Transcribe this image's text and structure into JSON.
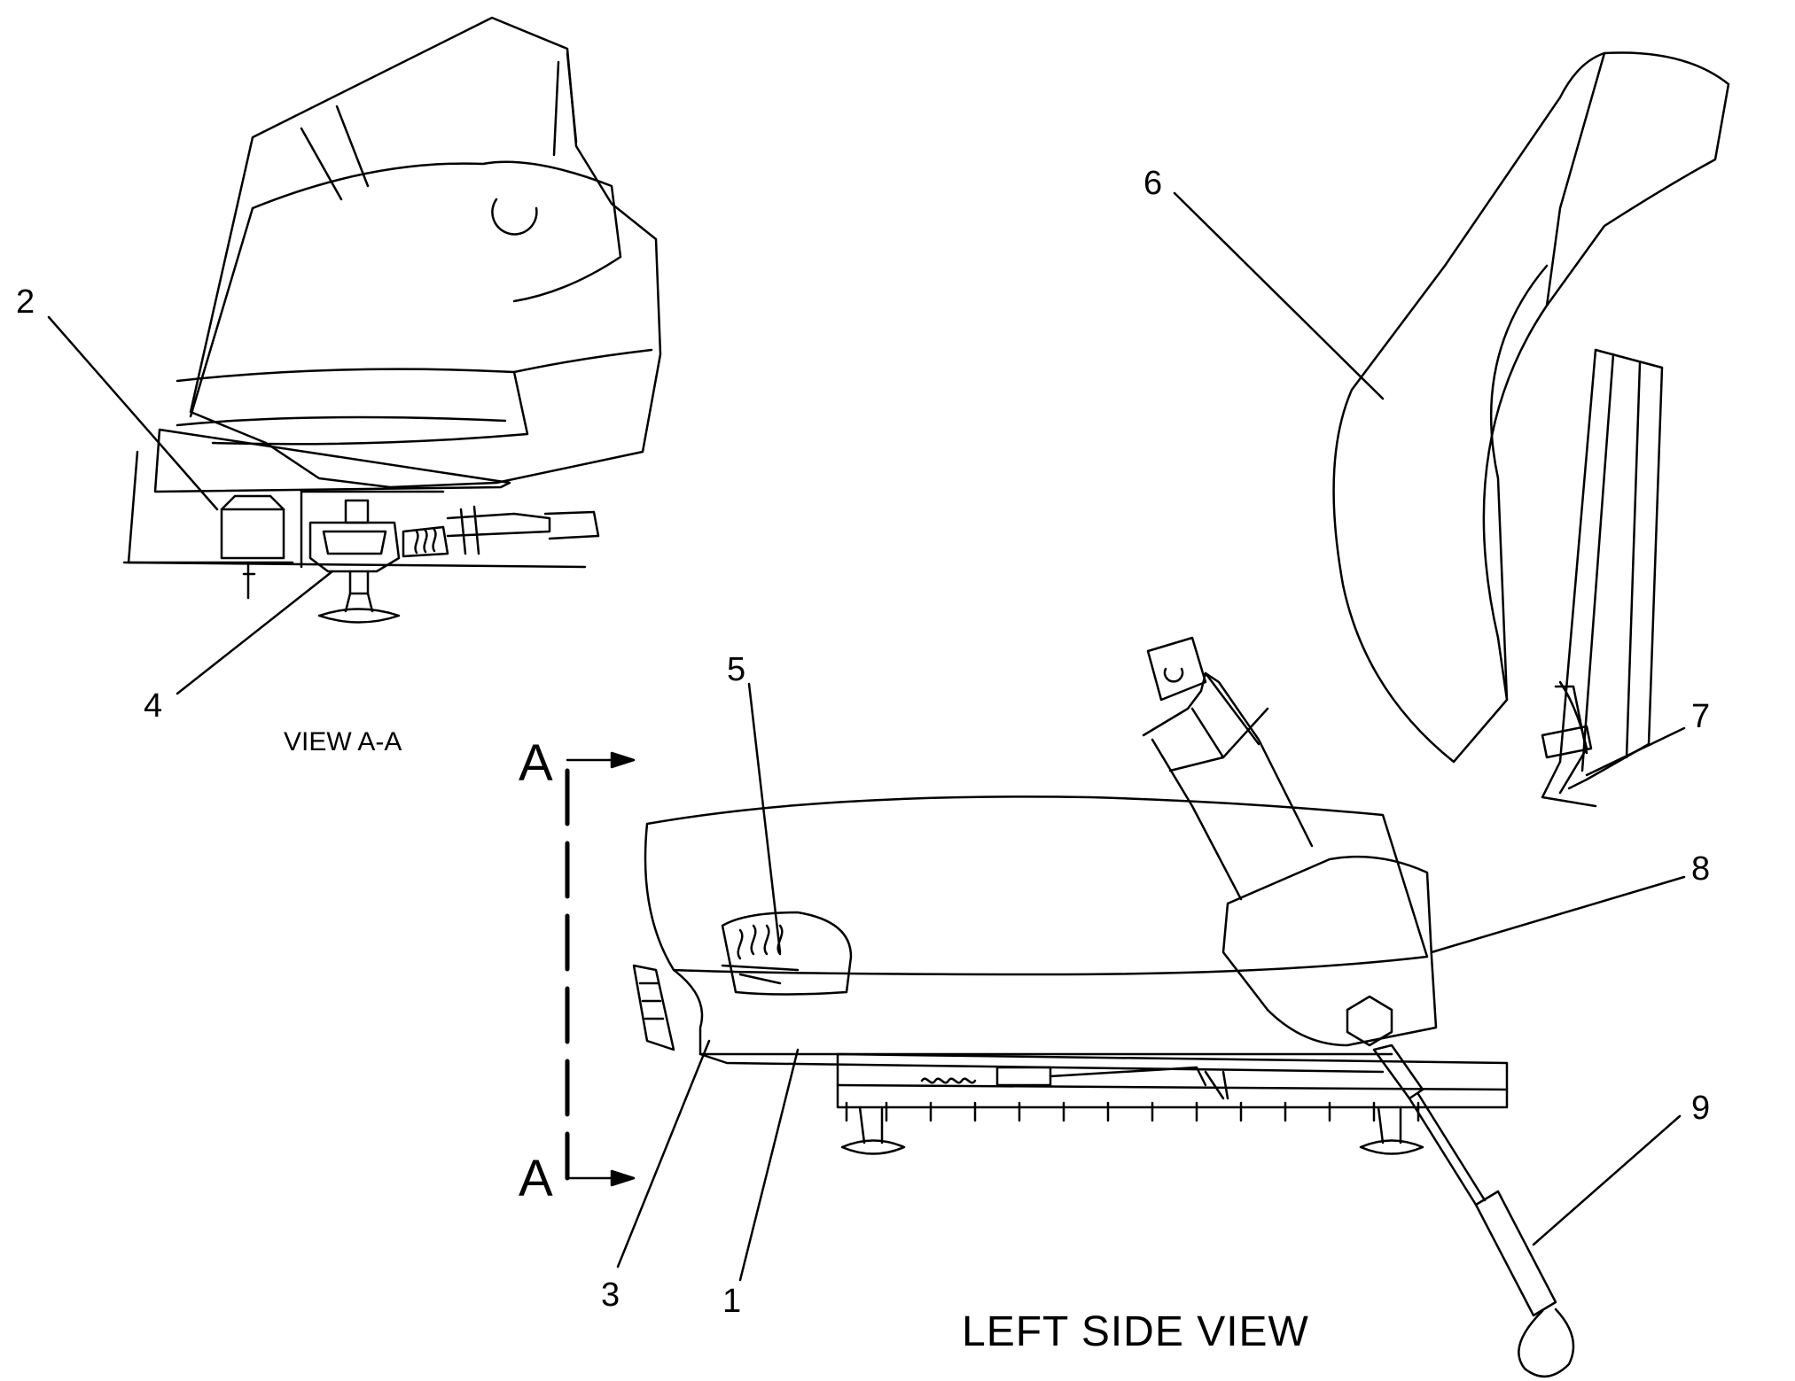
{
  "callouts": {
    "c1": "1",
    "c2": "2",
    "c3": "3",
    "c4": "4",
    "c5": "5",
    "c6": "6",
    "c7": "7",
    "c8": "8",
    "c9": "9"
  },
  "views": {
    "section_view": "VIEW A-A",
    "main_view": "LEFT SIDE VIEW"
  },
  "section_marker": {
    "top_letter": "A",
    "bottom_letter": "A"
  },
  "colors": {
    "line": "#000000",
    "background": "#ffffff"
  }
}
